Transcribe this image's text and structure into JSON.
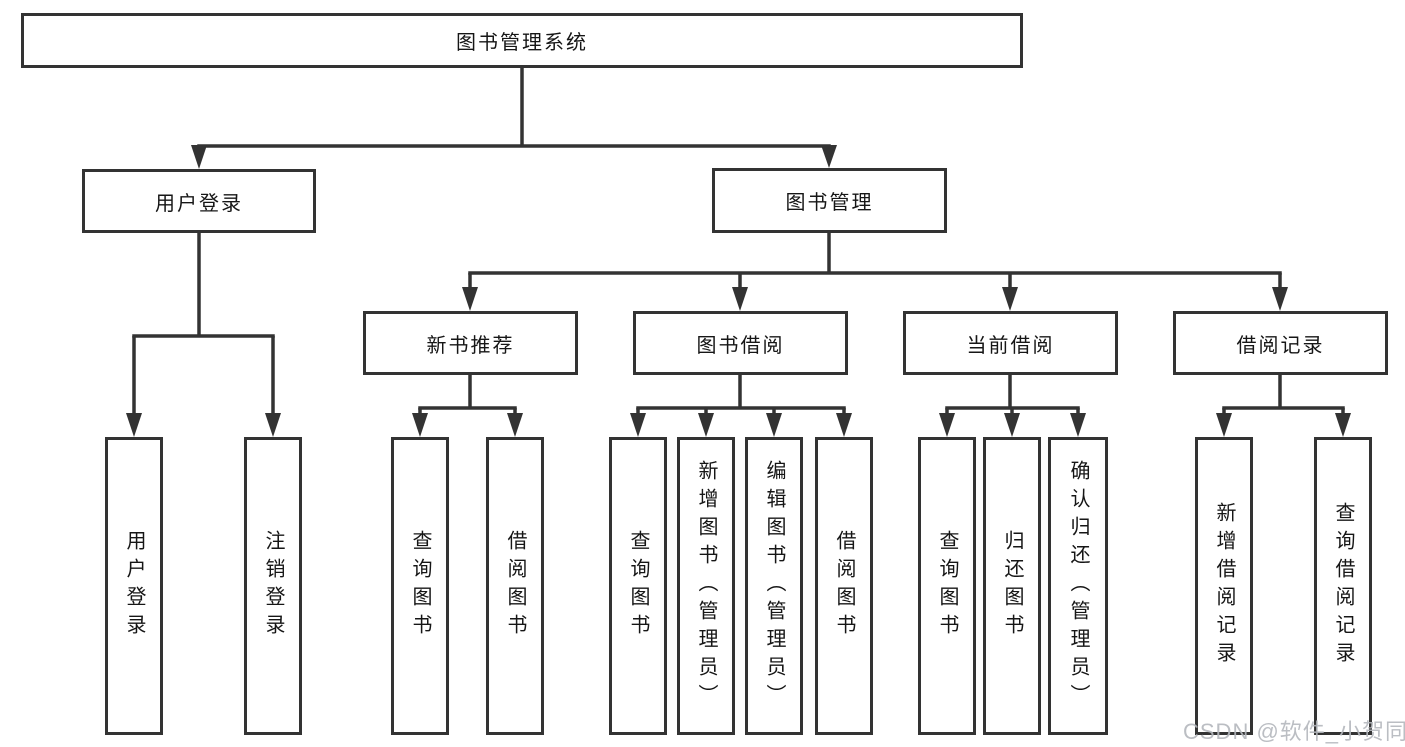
{
  "watermark": "CSDN @软件_小贺同学",
  "colors": {
    "line": "#333333",
    "box_border": "#333333",
    "text": "#161616",
    "watermark": "#b4b7bd",
    "background": "#ffffff"
  },
  "tree": {
    "root": {
      "label": "图书管理系统"
    },
    "branches": [
      {
        "label": "用户登录",
        "children": [
          "用户登录",
          "注销登录"
        ]
      },
      {
        "label": "图书管理",
        "sections": [
          {
            "label": "新书推荐",
            "children": [
              "查询图书",
              "借阅图书"
            ]
          },
          {
            "label": "图书借阅",
            "children": [
              "查询图书",
              "新增图书（管理员）",
              "编辑图书（管理员）",
              "借阅图书"
            ]
          },
          {
            "label": "当前借阅",
            "children": [
              "查询图书",
              "归还图书",
              "确认归还（管理员）"
            ]
          },
          {
            "label": "借阅记录",
            "children": [
              "新增借阅记录",
              "查询借阅记录"
            ]
          }
        ]
      }
    ]
  }
}
